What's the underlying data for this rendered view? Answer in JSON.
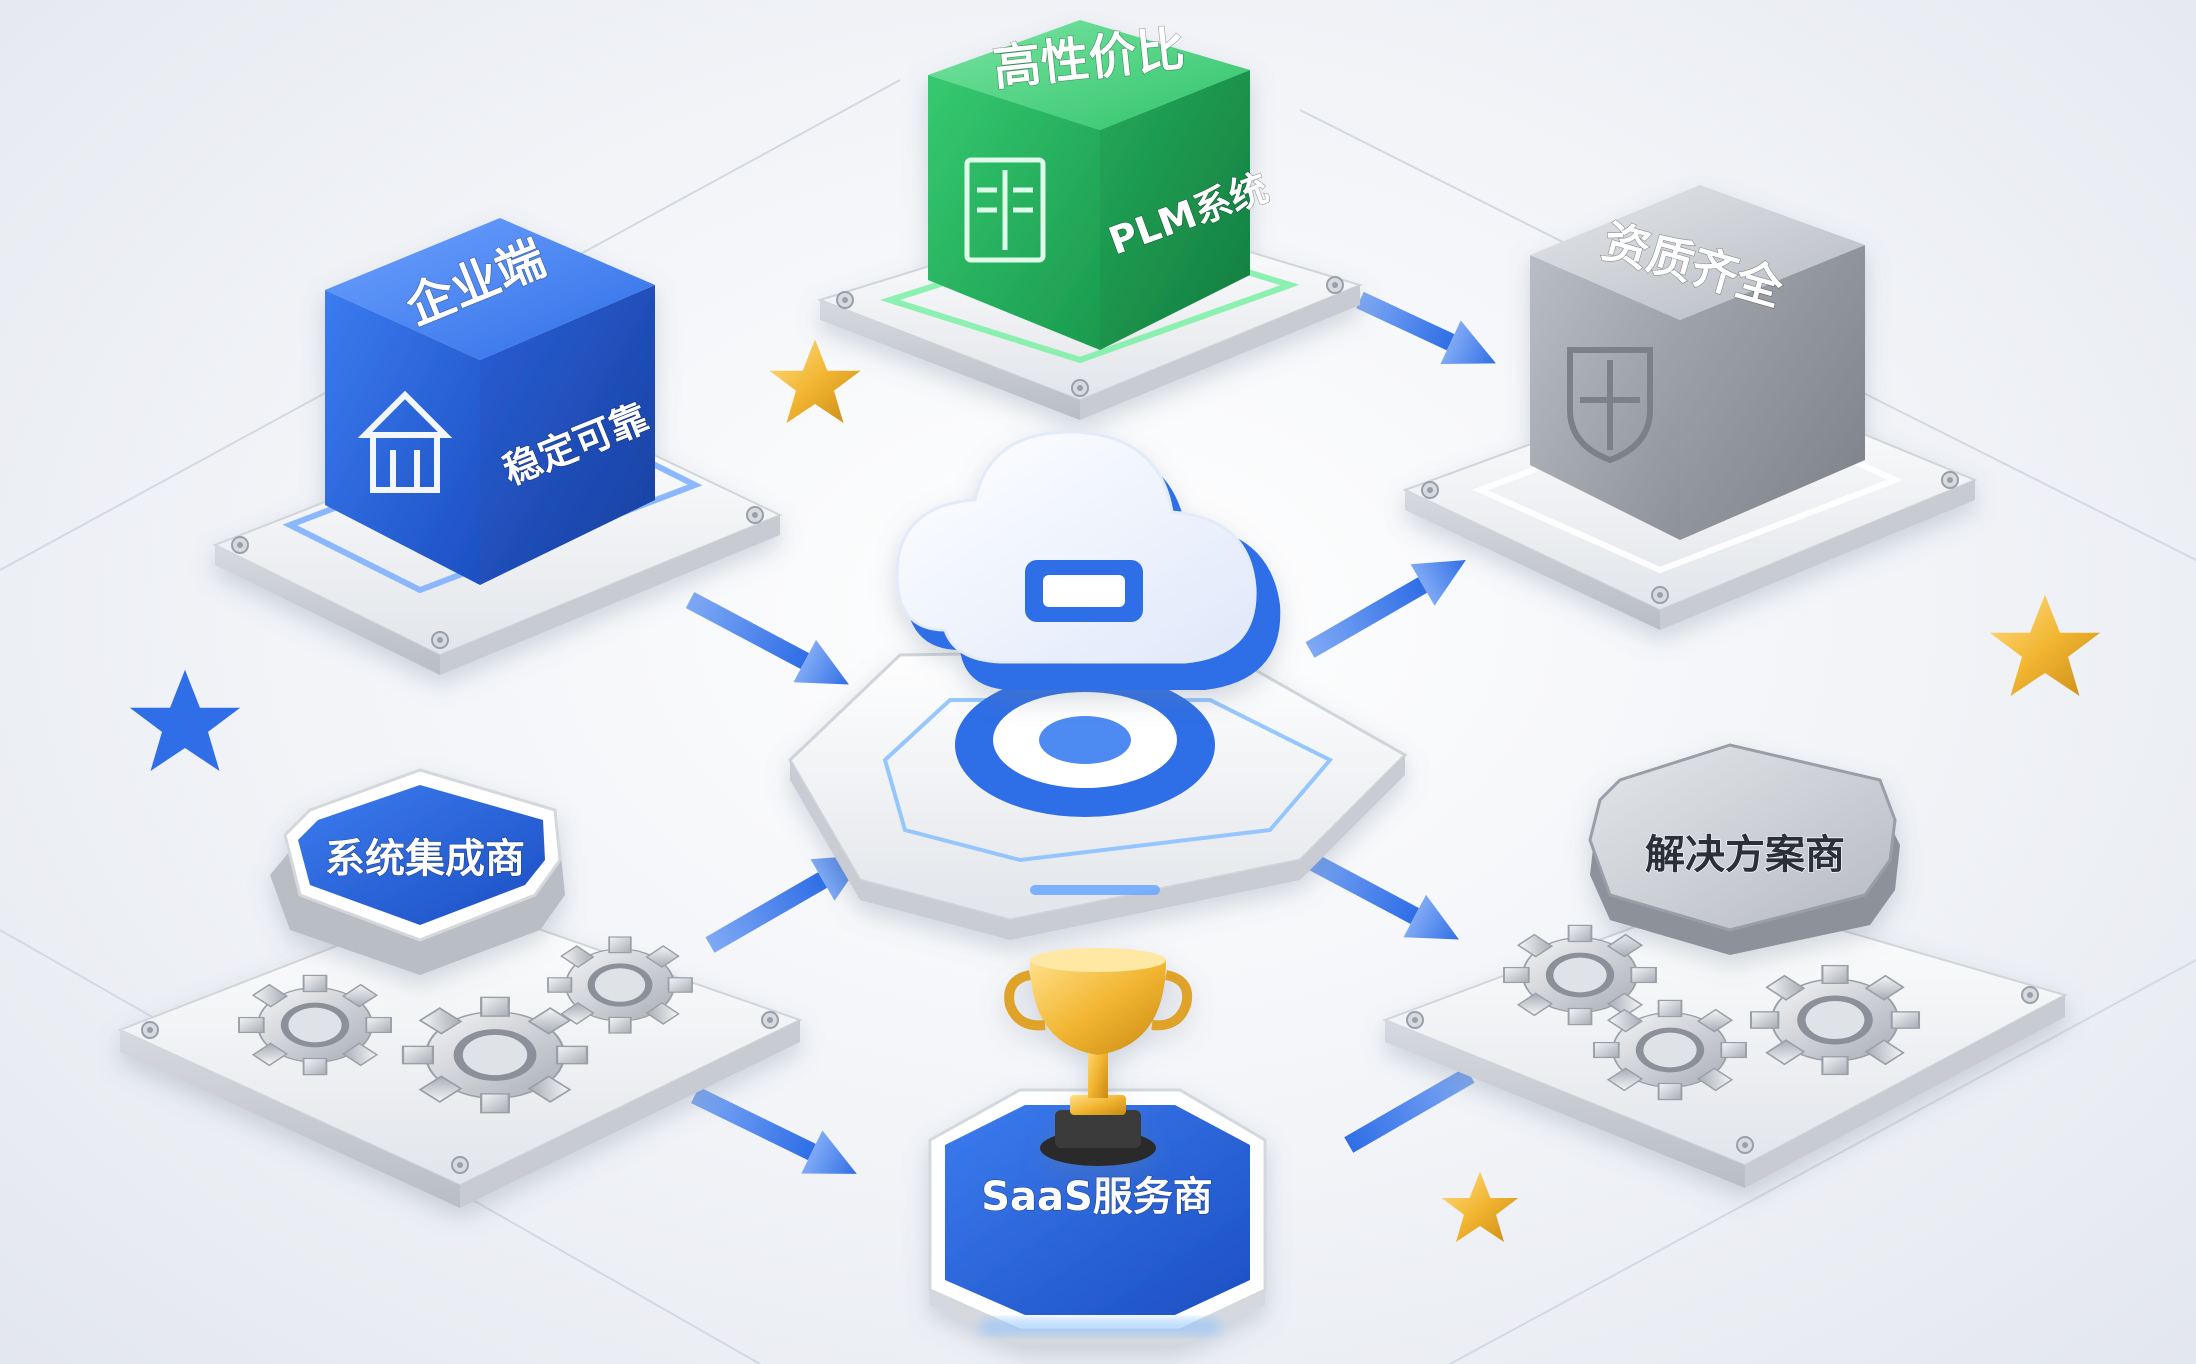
{
  "nodes": {
    "top_center": {
      "title": "高性价比",
      "subtitle": "PLM系统",
      "color": "#2fc46a"
    },
    "top_left": {
      "title": "企业端",
      "subtitle": "稳定可靠",
      "color": "#2f6ee6"
    },
    "top_right": {
      "title": "资质齐全",
      "color": "#a9adb4"
    },
    "bottom_left": {
      "title": "系统集成商",
      "color": "#2f6ee6"
    },
    "bottom_right": {
      "title": "解决方案商",
      "color": "#bfc3c9"
    },
    "bottom_center": {
      "title": "SaaS服务商",
      "color": "#2f6ee6"
    }
  },
  "icons": {
    "hub": "cloud-icon",
    "top_center": "document-icon",
    "top_left": "house-icon",
    "top_right": "shield-icon",
    "bottom_center": "trophy-icon",
    "gears": "gear-icon",
    "decor": "star-icon"
  },
  "colors": {
    "accent_blue": "#2f6ee6",
    "accent_green": "#2fc46a",
    "gold": "#f2b632",
    "silver": "#c9ccd2"
  }
}
